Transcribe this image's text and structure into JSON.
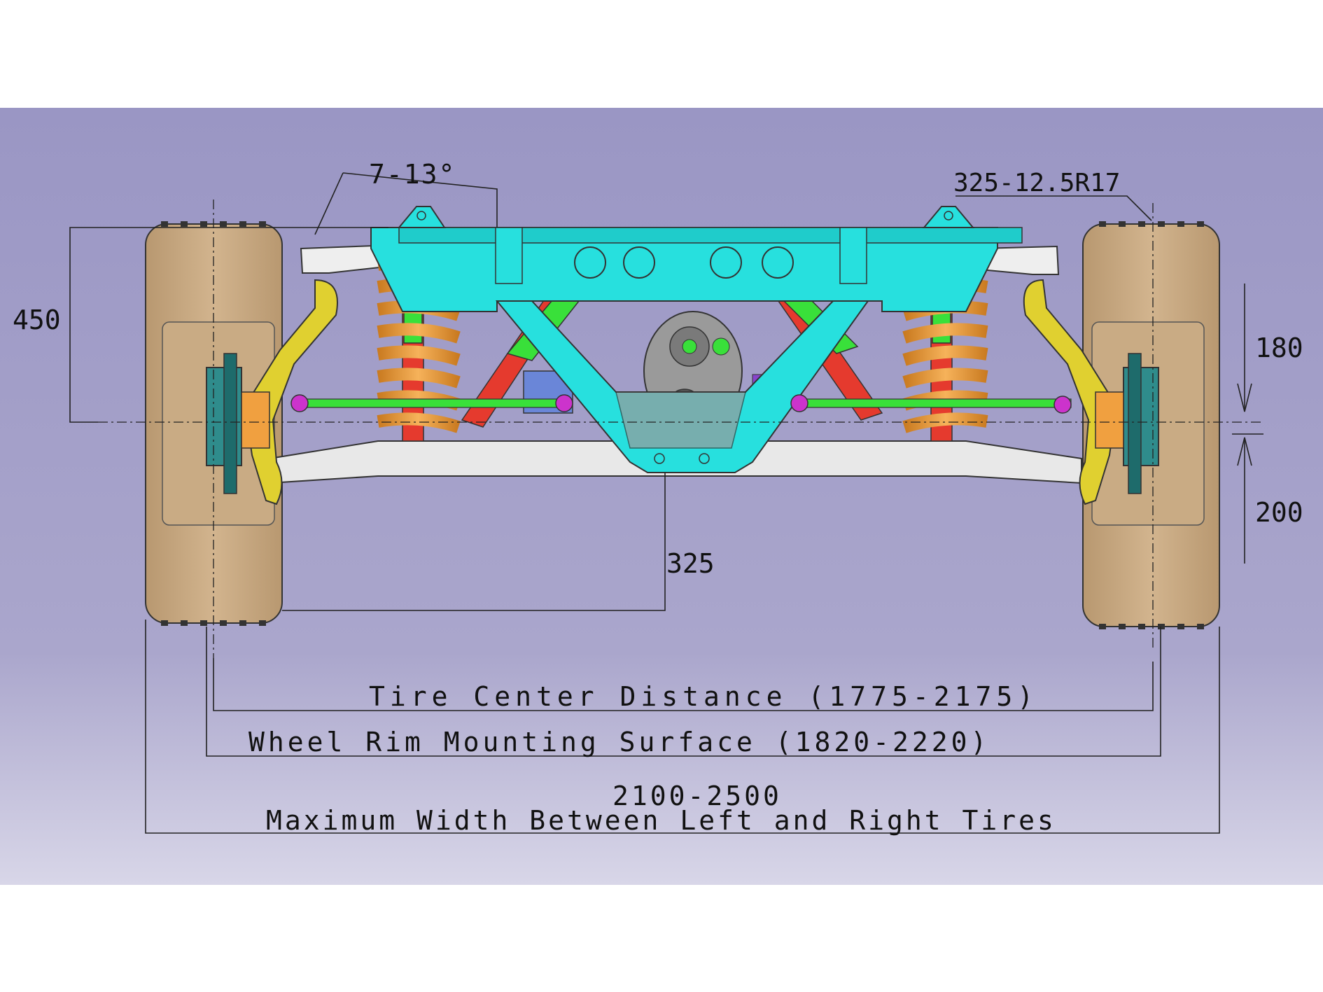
{
  "diagram": {
    "background_gradient": [
      "#9a96c4",
      "#d8d6e8"
    ],
    "labels": {
      "camber_angle": "7-13°",
      "tire_spec": "325-12.5R17",
      "height_450": "450",
      "travel_up_180": "180",
      "travel_down_200": "200",
      "offset_325": "325",
      "tire_center_distance": "Tire Center Distance (1775-2175)",
      "wheel_rim_mounting_surface": "Wheel Rim Mounting Surface (1820-2220)",
      "max_width_value": "2100-2500",
      "max_width_caption": "Maximum Width Between Left and Right Tires"
    },
    "colors": {
      "tire": "#c4a57e",
      "frame": "#27e0de",
      "spring": "#f0a040",
      "damper_green": "#39e03a",
      "damper_red": "#e53a2e",
      "knuckle": "#e0d030",
      "lower_arm": "#e6e6e6",
      "hub": "#2f8c8c",
      "joint": "#cc33cc",
      "differential": "#9a9a9a"
    }
  }
}
